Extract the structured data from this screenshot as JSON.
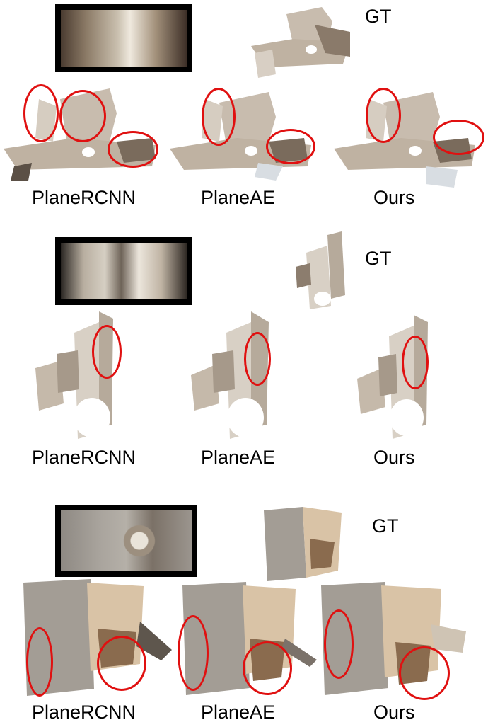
{
  "figure": {
    "rows": [
      {
        "gt_label": "GT",
        "method_labels": [
          "PlaneRCNN",
          "PlaneAE",
          "Ours"
        ]
      },
      {
        "gt_label": "GT",
        "method_labels": [
          "PlaneRCNN",
          "PlaneAE",
          "Ours"
        ]
      },
      {
        "gt_label": "GT",
        "method_labels": [
          "PlaneRCNN",
          "PlaneAE",
          "Ours"
        ]
      }
    ],
    "colors": {
      "highlight_ring": "#e01010",
      "surface": "#c8bcae",
      "surface_dark": "#7a6b5c",
      "surface_light": "#efe8de"
    }
  }
}
